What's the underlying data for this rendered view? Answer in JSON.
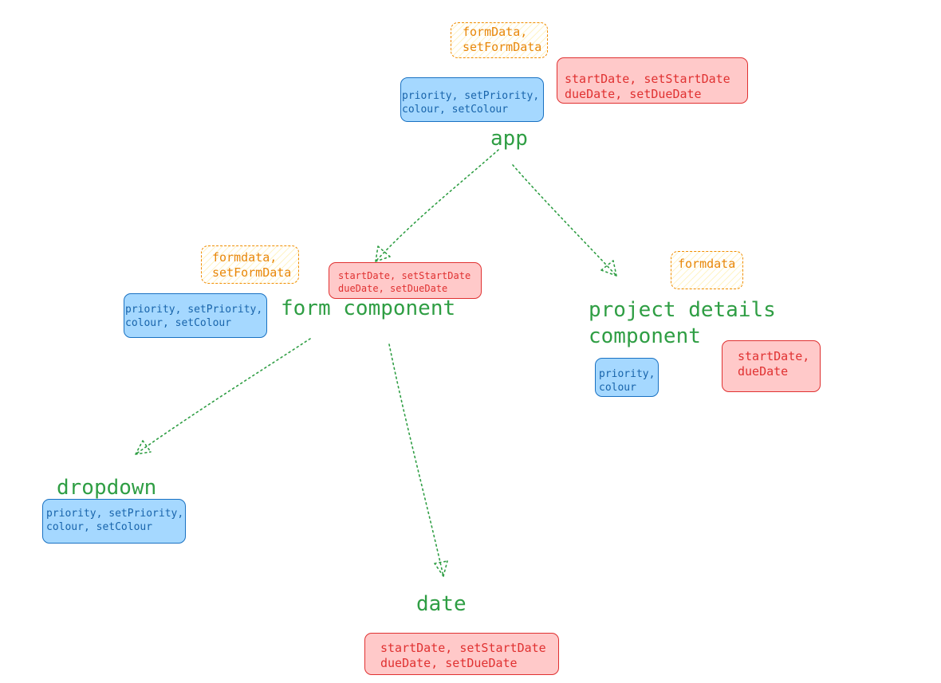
{
  "nodes": {
    "app": "app",
    "form_component": "form component",
    "project_details_component": "project details\ncomponent",
    "dropdown": "dropdown",
    "date": "date"
  },
  "state_boxes": {
    "app_formdata": "formData,\nsetFormData",
    "app_priority": "priority, setPriority,\ncolour, setColour",
    "app_dates": "startDate, setStartDate\ndueDate, setDueDate",
    "form_formdata": "formdata,\nsetFormData",
    "form_priority": "priority, setPriority,\ncolour, setColour",
    "form_dates": "startDate, setStartDate\ndueDate, setDueDate",
    "project_formdata": "formdata",
    "project_priority": "priority,\ncolour",
    "project_dates": "startDate,\ndueDate",
    "dropdown_priority": "priority, setPriority,\ncolour, setColour",
    "date_dates": "startDate, setStartDate\ndueDate, setDueDate"
  },
  "colors": {
    "label": "#2f9e44",
    "arrow": "#2f9e44",
    "blue_fill": "#a5d8ff",
    "blue_stroke": "#1971c2",
    "red_fill": "#ffc9c9",
    "red_stroke": "#e03131",
    "orange_stroke": "#f08c00"
  }
}
